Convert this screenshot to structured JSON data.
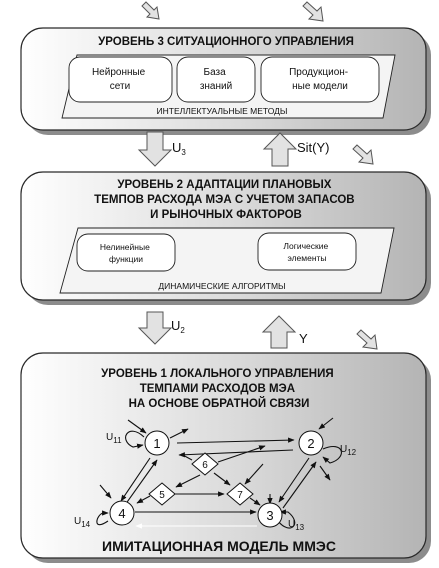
{
  "level3": {
    "title": "УРОВЕНЬ 3 СИТУАЦИОННОГО УПРАВЛЕНИЯ",
    "boxes": [
      "Нейронные сети",
      "База знаний",
      "Продукцион-ные модели"
    ],
    "methods": "ИНТЕЛЛЕКТУАЛЬНЫЕ МЕТОДЫ"
  },
  "arrows1": {
    "down_label": "U",
    "down_sub": "3",
    "up_label": "Sit(Y)"
  },
  "level2": {
    "title_lines": [
      "УРОВЕНЬ 2 АДАПТАЦИИ ПЛАНОВЫХ",
      "ТЕМПОВ РАСХОДА МЭА С УЧЕТОМ ЗАПАСОВ",
      "И РЫНОЧНЫХ ФАКТОРОВ"
    ],
    "boxes": [
      "Нелинейные функции",
      "Логические элементы"
    ],
    "algorithms": "ДИНАМИЧЕСКИЕ АЛГОРИТМЫ"
  },
  "arrows2": {
    "down_label": "U",
    "down_sub": "2",
    "up_label": "Y"
  },
  "level1": {
    "title_lines": [
      "УРОВЕНЬ 1 ЛОКАЛЬНОГО УПРАВЛЕНИЯ",
      "ТЕМПАМИ РАСХОДОВ МЭА",
      "НА ОСНОВЕ ОБРАТНОЙ СВЯЗИ"
    ],
    "nodes": [
      "1",
      "2",
      "3",
      "4",
      "5",
      "6",
      "7"
    ],
    "loops": [
      {
        "label": "U",
        "sub": "11"
      },
      {
        "label": "U",
        "sub": "12"
      },
      {
        "label": "U",
        "sub": "13"
      },
      {
        "label": "U",
        "sub": "14"
      }
    ],
    "footer": "ИМИТАЦИОННАЯ МОДЕЛЬ ММЭС"
  }
}
